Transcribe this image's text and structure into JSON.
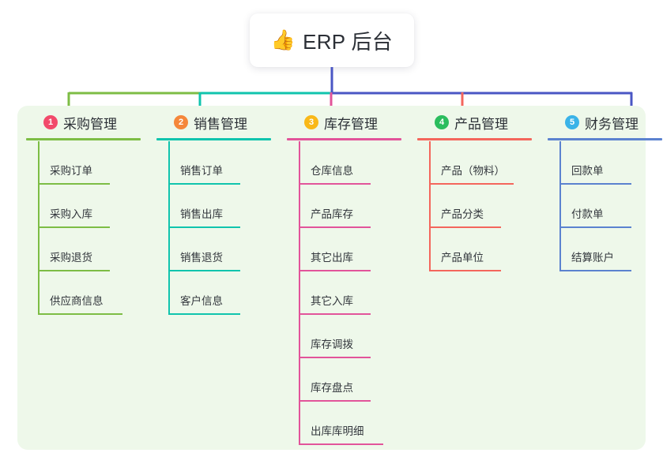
{
  "root": {
    "icon": "thumbs-up-icon",
    "emoji": "👍",
    "title": "ERP 后台"
  },
  "theme": {
    "page_background": "#ffffff",
    "panel_background": "#eef8ea",
    "card_background": "#ffffff",
    "text_color": "#2b2f36",
    "root_connector_color": "#4a56c4"
  },
  "columns": [
    {
      "number": "1",
      "title": "采购管理",
      "badge_color": "#f24a6b",
      "line_color": "#7dbd45",
      "items": [
        {
          "label": "采购订单"
        },
        {
          "label": "采购入库"
        },
        {
          "label": "采购退货"
        },
        {
          "label": "供应商信息"
        }
      ]
    },
    {
      "number": "2",
      "title": "销售管理",
      "badge_color": "#f5873a",
      "line_color": "#10c4ad",
      "items": [
        {
          "label": "销售订单"
        },
        {
          "label": "销售出库"
        },
        {
          "label": "销售退货"
        },
        {
          "label": "客户信息"
        }
      ]
    },
    {
      "number": "3",
      "title": "库存管理",
      "badge_color": "#f9b818",
      "line_color": "#e2549a",
      "items": [
        {
          "label": "仓库信息"
        },
        {
          "label": "产品库存"
        },
        {
          "label": "其它出库"
        },
        {
          "label": "其它入库"
        },
        {
          "label": "库存调拨"
        },
        {
          "label": "库存盘点"
        },
        {
          "label": "出库库明细"
        }
      ]
    },
    {
      "number": "4",
      "title": "产品管理",
      "badge_color": "#2bbd5e",
      "line_color": "#f4665c",
      "items": [
        {
          "label": "产品（物料）"
        },
        {
          "label": "产品分类"
        },
        {
          "label": "产品单位"
        }
      ]
    },
    {
      "number": "5",
      "title": "财务管理",
      "badge_color": "#3ab3e8",
      "line_color": "#5b82cf",
      "items": [
        {
          "label": "回款单"
        },
        {
          "label": "付款单"
        },
        {
          "label": "结算账户"
        }
      ]
    }
  ]
}
